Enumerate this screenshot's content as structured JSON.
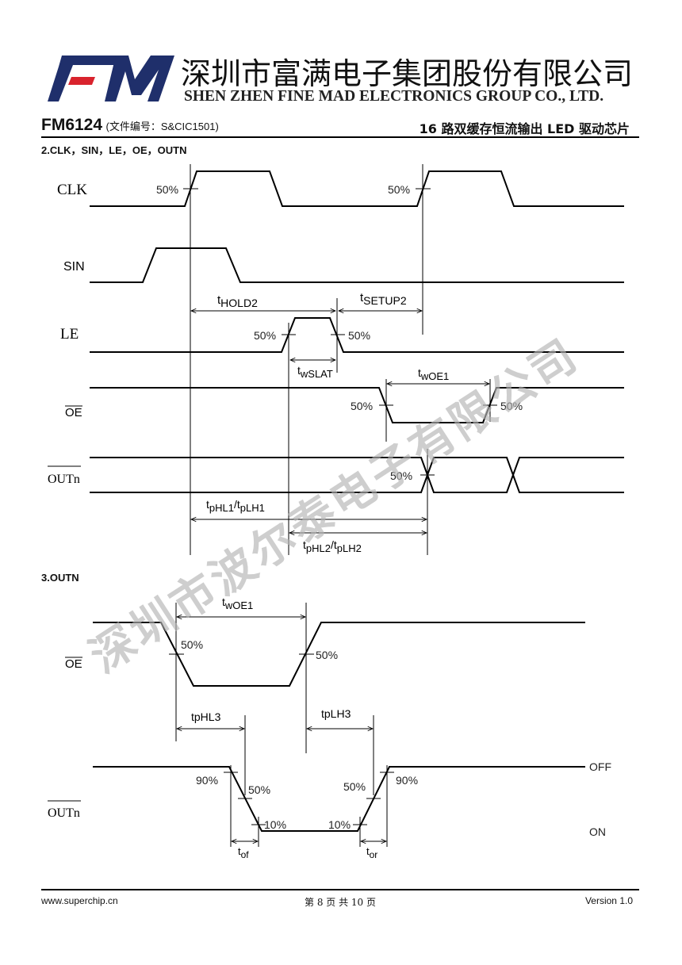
{
  "header": {
    "logo_text": "FM",
    "logo_colors": {
      "primary": "#1f2f6b",
      "accent": "#d9232d"
    },
    "company_name_cn": "深圳市富满电子集团股份有限公司",
    "company_name_en": "SHEN ZHEN FINE MAD ELECTRONICS GROUP CO., LTD.",
    "model": "FM6124",
    "doc_number": "(文件编号：S&CIC1501)",
    "subtitle": "16 路双缓存恒流输出 LED 驱动芯片"
  },
  "sections": {
    "sec2_title": "2.CLK，SIN，LE，OE，OUTN",
    "sec3_title": "3.OUTN"
  },
  "diagram1": {
    "signals": {
      "clk": "CLK",
      "sin": "SIN",
      "le": "LE",
      "oe": "OE",
      "outn": "OUTn"
    },
    "labels": {
      "clk_50_1": "50%",
      "clk_50_2": "50%",
      "le_50_rise": "50%",
      "le_50_fall": "50%",
      "oe_50_fall": "50%",
      "oe_50_rise": "50%",
      "outn_50": "50%"
    },
    "timings": {
      "thold2": {
        "t": "t",
        "sub": "HOLD2"
      },
      "tsetup2": {
        "t": "t",
        "sub": "SETUP2"
      },
      "twslat": {
        "t": "t",
        "sub": "wSLAT"
      },
      "twoe1": {
        "t": "t",
        "sub": "wOE1"
      },
      "tphl1": {
        "t1": "t",
        "sub1": "pHL1",
        "sep": "/",
        "t2": "t",
        "sub2": "pLH1"
      },
      "tphl2": {
        "t1": "t",
        "sub1": "pHL2",
        "sep": "/",
        "t2": "t",
        "sub2": "pLH2"
      }
    }
  },
  "diagram2": {
    "signals": {
      "oe": "OE",
      "outn": "OUTn"
    },
    "labels": {
      "oe_50_fall": "50%",
      "oe_50_rise": "50%",
      "out_90_fall": "90%",
      "out_50_fall": "50%",
      "out_10_fall": "10%",
      "out_10_rise": "10%",
      "out_50_rise": "50%",
      "out_90_rise": "90%",
      "off": "OFF",
      "on": "ON"
    },
    "timings": {
      "twoe1": {
        "t": "t",
        "sub": "wOE1"
      },
      "tphl3": "tpHL3",
      "tplh3": "tpLH3",
      "tof": {
        "t": "t",
        "sub": "of"
      },
      "tor": {
        "t": "t",
        "sub": "or"
      }
    }
  },
  "watermark": "深圳市波尔泰电子有限公司",
  "footer": {
    "url": "www.superchip.cn",
    "page": "第 8 页 共 10 页",
    "version": "Version 1.0"
  }
}
